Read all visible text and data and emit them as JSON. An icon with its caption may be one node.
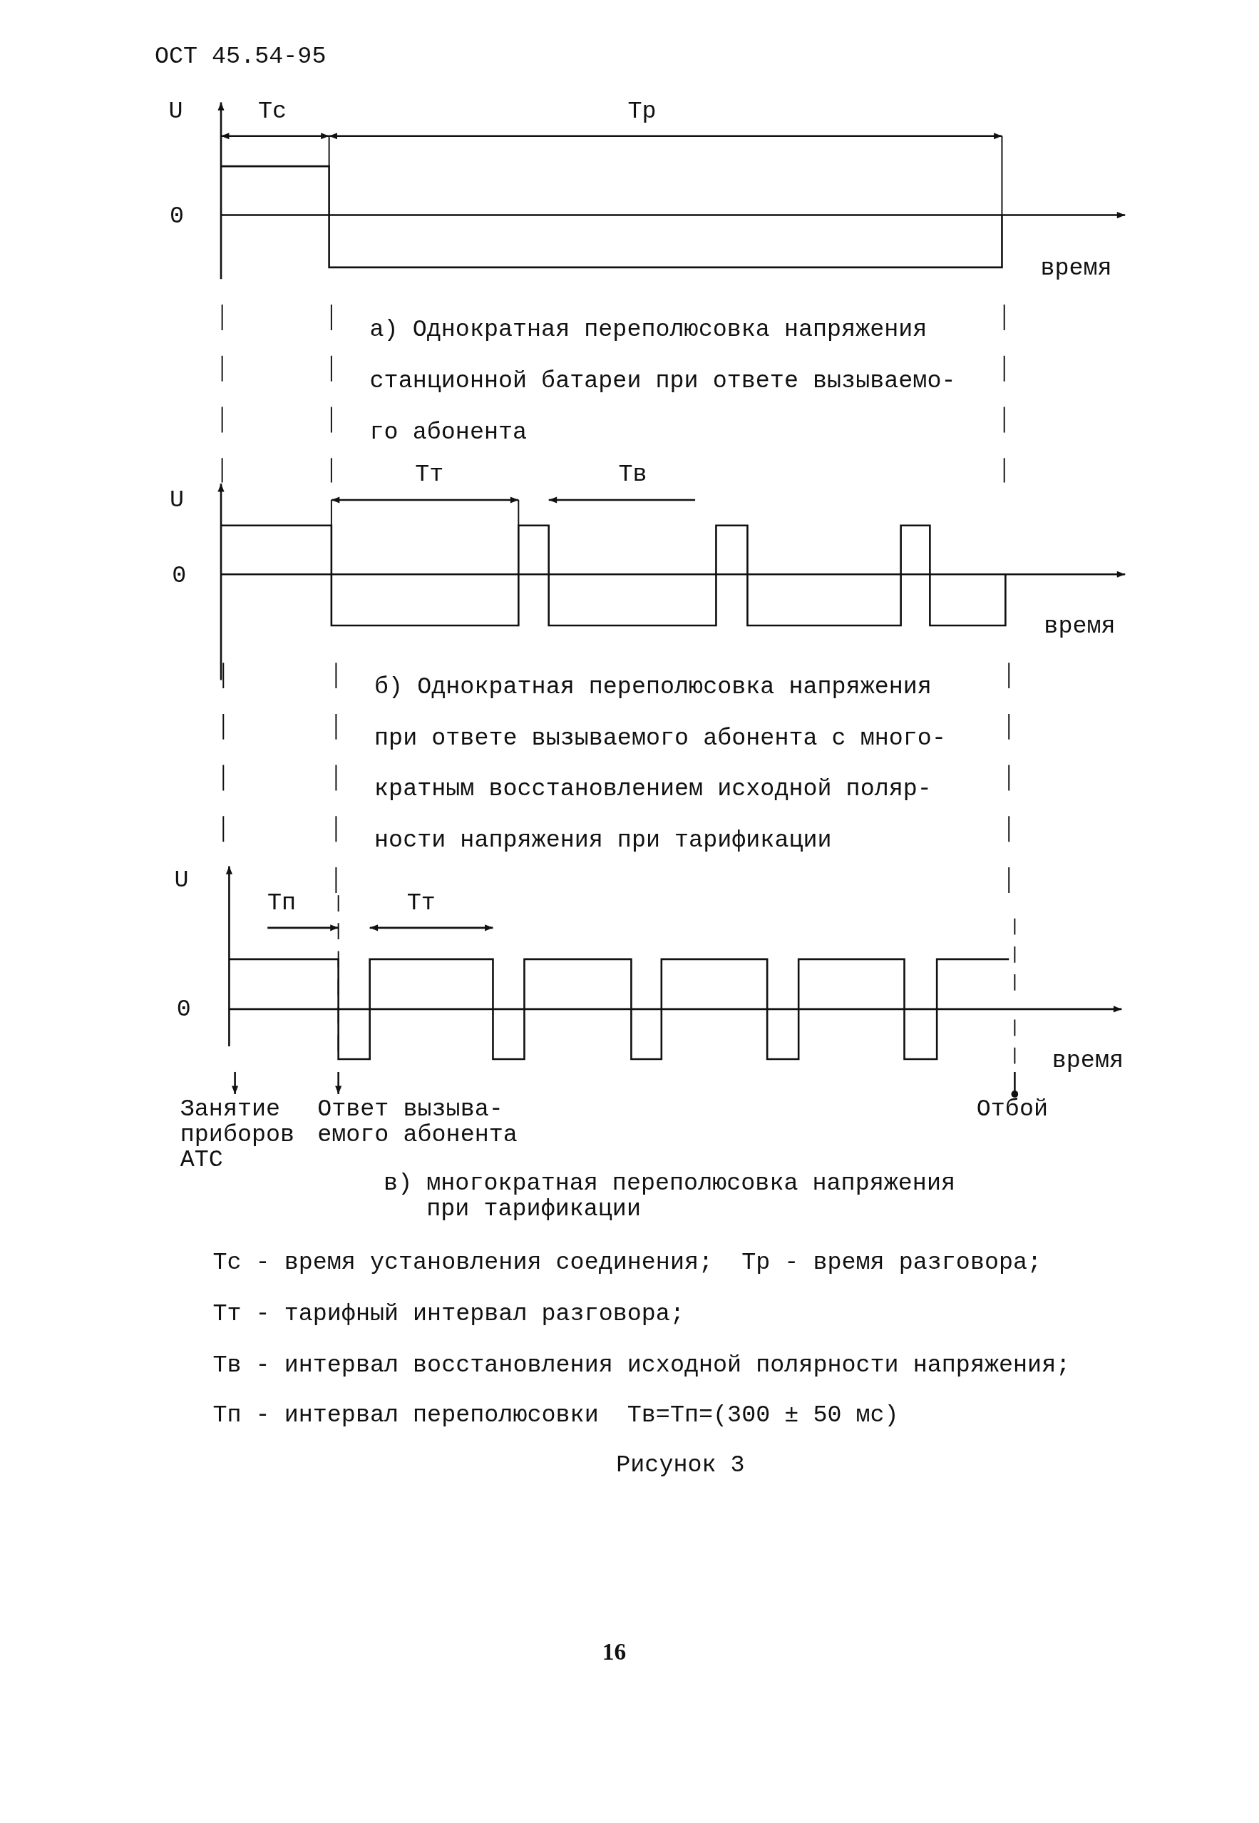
{
  "diagram": {
    "caption": "Рисунок 3",
    "labels": [
      "ОСТ 45.54-95",
      "U",
      "Тс",
      "Тр",
      "0",
      "время",
      "а) Однократная переполюсовка напряжения станционной батареи при ответе вызываемо- го абонента",
      "U",
      "Тт",
      "Тв",
      "0",
      "время",
      "б) Однократная переполюсовка напряжения при ответе вызываемого абонента с много- кратным восстановлением исходной поляр- ности напряжения при тарификации",
      "U",
      "Тп",
      "Тт",
      "0",
      "время",
      "Занятие приборов АТС",
      "Ответ вызыва- емого абонента",
      "Отбой",
      "в) многократная переполюсовка напряжения при тарификации",
      "Тс - время установления соединения;  Тр - время разговора;",
      "Тт - тарифный интервал разговора;",
      "Тв - интервал восстановления исходной полярности напряжения;",
      "Тп - интервал переполюсовки  Тв=Тп=(300 ± 50 мс)",
      "16"
    ]
  }
}
